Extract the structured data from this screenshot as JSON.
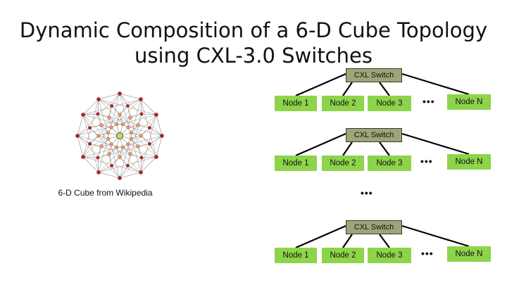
{
  "slide": {
    "title_line1": "Dynamic Composition of a 6-D Cube Topology",
    "title_line2": "using CXL-3.0 Switches",
    "image_caption": "6-D Cube from Wikipedia"
  },
  "colors": {
    "switch_fill": "#9fa479",
    "node_fill": "#8dd44a",
    "edge": "#000000",
    "graph_vertex_outer": "#b22222",
    "graph_vertex_inner": "#e8a15a"
  },
  "ellipsis": "•••",
  "tiers": [
    {
      "switch_label": "CXL Switch",
      "nodes": [
        "Node 1",
        "Node 2",
        "Node 3",
        "Node N"
      ]
    },
    {
      "switch_label": "CXL Switch",
      "nodes": [
        "Node 1",
        "Node 2",
        "Node 3",
        "Node N"
      ]
    },
    {
      "switch_label": "CXL Switch",
      "nodes": [
        "Node 1",
        "Node 2",
        "Node 3",
        "Node N"
      ]
    }
  ]
}
